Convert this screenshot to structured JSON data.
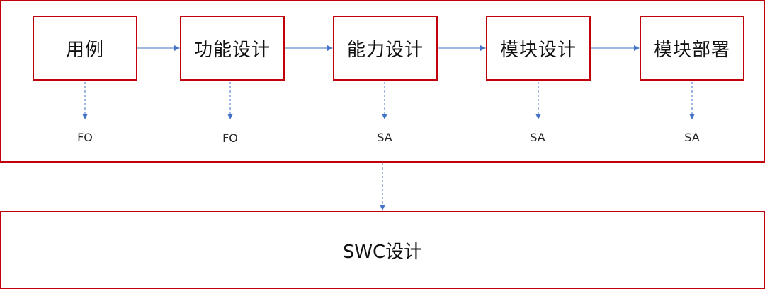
{
  "steps": [
    {
      "label": "用例",
      "output": "FO"
    },
    {
      "label": "功能设计",
      "output": "FO"
    },
    {
      "label": "能力设计",
      "output": "SA"
    },
    {
      "label": "模块设计",
      "output": "SA"
    },
    {
      "label": "模块部署",
      "output": "SA"
    }
  ],
  "target": {
    "label": "SWC设计"
  },
  "colors": {
    "frame_border": "#c0000b",
    "arrow": "#4472c4"
  }
}
